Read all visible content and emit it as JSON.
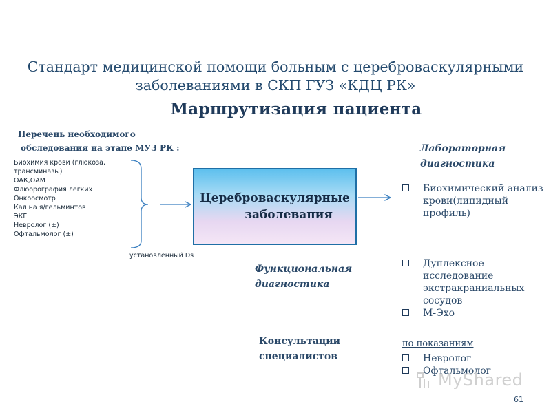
{
  "title": {
    "line1": "Стандарт медицинской помощи больным с цереброваскулярными",
    "line2": "заболеваниями  в  СКП ГУЗ «КДЦ РК»"
  },
  "subtitle": "Маршрутизация пациента",
  "list_header": {
    "line1": "Перечень необходимого",
    "line2": "обследования на этапе МУЗ РК :"
  },
  "exams": [
    "Биохимия крови  (глюкоза,",
    "трансминазы)",
    "ОАК,ОАМ",
    "Флюорография  легких",
    "Онкоосмотр",
    "Кал на я/гельминтов",
    "ЭКГ",
    "Невролог  (±)",
    "Офтальмолог  (±)"
  ],
  "diagnosis_note": "установленный  Ds",
  "center_box": {
    "line1": "Цереброваскулярные",
    "line2": "заболевания"
  },
  "lab": {
    "head1": "Лабораторная",
    "head2": "диагностика",
    "items": [
      "Биохимический анализ крови(липидный профиль)"
    ]
  },
  "functional": {
    "head1": "Функциональная",
    "head2": "диагностика",
    "items": [
      "Дуплексное исследование экстракраниальных сосудов",
      "М-Эхо"
    ]
  },
  "consult": {
    "head1": "Консультации",
    "head2": "специалистов",
    "indications": "по показаниям",
    "items": [
      "Невролог",
      "Офтальмолог"
    ]
  },
  "watermark": "MyShared",
  "page_number": "61",
  "colors": {
    "box_border": "#1f6fa6",
    "box_top": "#5ec0ee",
    "box_bottom": "#f4e6f6",
    "text": "#2a4868"
  }
}
